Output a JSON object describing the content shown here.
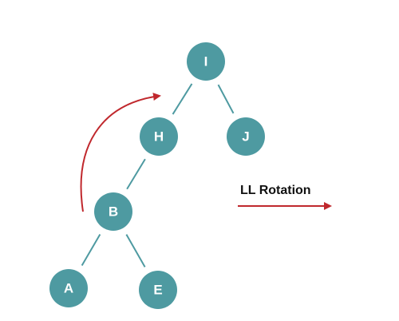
{
  "diagram": {
    "rotation_label": "LL Rotation",
    "node_color": "#4e9aa1",
    "edge_color": "#4e9aa1",
    "arrow_color": "#c0282d",
    "nodes": [
      {
        "id": "I",
        "label": "I"
      },
      {
        "id": "H",
        "label": "H"
      },
      {
        "id": "J",
        "label": "J"
      },
      {
        "id": "B",
        "label": "B"
      },
      {
        "id": "A",
        "label": "A"
      },
      {
        "id": "E",
        "label": "E"
      }
    ],
    "edges": [
      {
        "from": "I",
        "to": "H"
      },
      {
        "from": "I",
        "to": "J"
      },
      {
        "from": "H",
        "to": "B"
      },
      {
        "from": "B",
        "to": "A"
      },
      {
        "from": "B",
        "to": "E"
      }
    ]
  }
}
